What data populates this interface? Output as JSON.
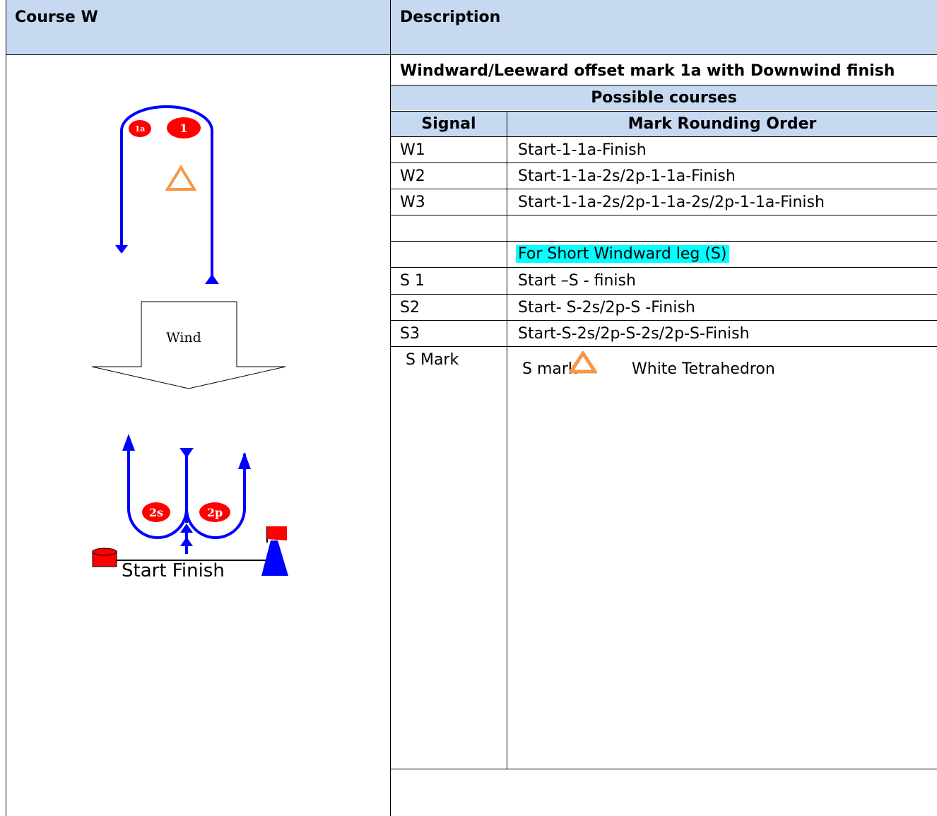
{
  "header": {
    "course_label": "Course W",
    "description_label": "Description"
  },
  "description": {
    "title": "Windward/Leeward offset mark 1a with Downwind finish",
    "possible_courses": "Possible courses",
    "col_signal": "Signal",
    "col_order": "Mark Rounding Order",
    "rows": [
      {
        "signal": "W1",
        "order": "Start-1-1a-Finish"
      },
      {
        "signal": "W2",
        "order": "Start-1-1a-2s/2p-1-1a-Finish"
      },
      {
        "signal": "W3",
        "order": "Start-1-1a-2s/2p-1-1a-2s/2p-1-1a-Finish"
      },
      {
        "signal": "",
        "order": ""
      },
      {
        "signal": "",
        "order": "For Short Windward leg (S)"
      },
      {
        "signal": "S 1",
        "order": "Start –S - finish"
      },
      {
        "signal": "S2",
        "order": "Start- S-2s/2p-S -Finish"
      },
      {
        "signal": "S3",
        "order": "Start-S-2s/2p-S-2s/2p-S-Finish"
      }
    ],
    "s_mark": {
      "signal": "S Mark",
      "label": "S mark",
      "desc": "White Tetrahedron"
    }
  },
  "diagram": {
    "mark_1a": "1a",
    "mark_1": "1",
    "wind": "Wind",
    "mark_2s": "2s",
    "mark_2p": "2p",
    "start_finish": "Start Finish"
  },
  "colors": {
    "header_bg": "#c6d9f1",
    "course_line": "#0000ff",
    "mark_red": "#ff0000",
    "s_mark_orange": "#f79646",
    "highlight": "#00ffff"
  }
}
